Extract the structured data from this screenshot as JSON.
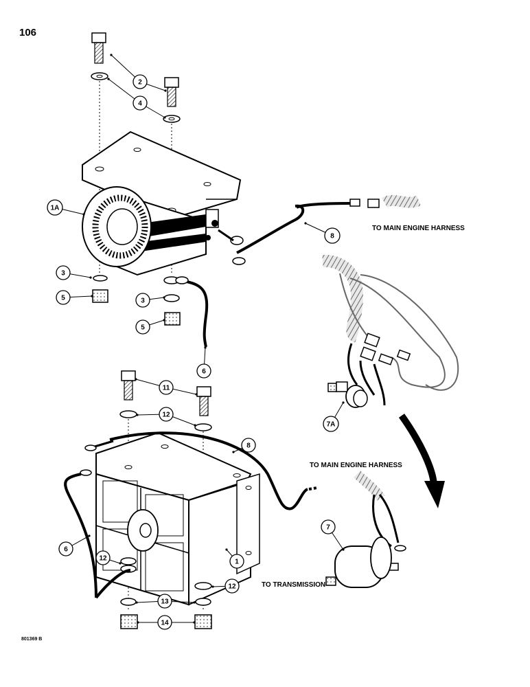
{
  "page": {
    "number": "106",
    "figure_code": "801369 B"
  },
  "labels": {
    "to_main_engine_harness_top": "TO MAIN ENGINE HARNESS",
    "to_main_engine_harness_bottom": "TO MAIN ENGINE HARNESS",
    "to_transmission": "TO TRANSMISSION"
  },
  "callouts": [
    "2",
    "4",
    "1A",
    "3",
    "5",
    "3",
    "5",
    "8",
    "6",
    "11",
    "12",
    "7A",
    "8",
    "6",
    "12",
    "1",
    "12",
    "13",
    "14",
    "7"
  ],
  "colors": {
    "ink": "#000000",
    "paper": "#ffffff",
    "shade": "#cfcfcf"
  }
}
